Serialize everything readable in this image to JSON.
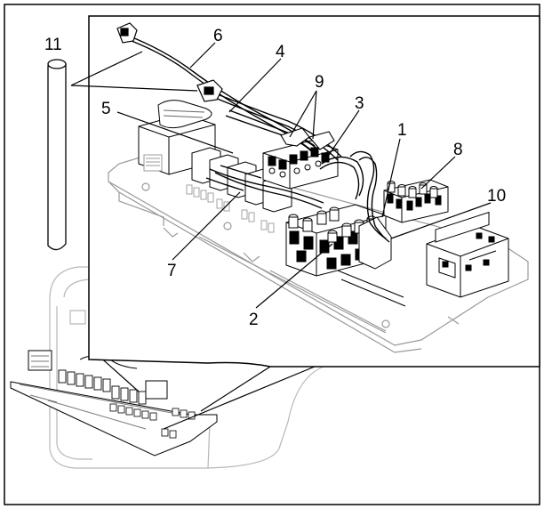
{
  "diagram": {
    "callouts": [
      {
        "id": "c1",
        "text": "1"
      },
      {
        "id": "c2",
        "text": "2"
      },
      {
        "id": "c3",
        "text": "3"
      },
      {
        "id": "c4",
        "text": "4"
      },
      {
        "id": "c5",
        "text": "5"
      },
      {
        "id": "c6",
        "text": "6"
      },
      {
        "id": "c7",
        "text": "7"
      },
      {
        "id": "c8",
        "text": "8"
      },
      {
        "id": "c9",
        "text": "9"
      },
      {
        "id": "c10",
        "text": "10"
      },
      {
        "id": "c11",
        "text": "11"
      }
    ],
    "colors": {
      "line": "#000000",
      "faint": "#b8b8b8",
      "background": "#ffffff"
    }
  }
}
